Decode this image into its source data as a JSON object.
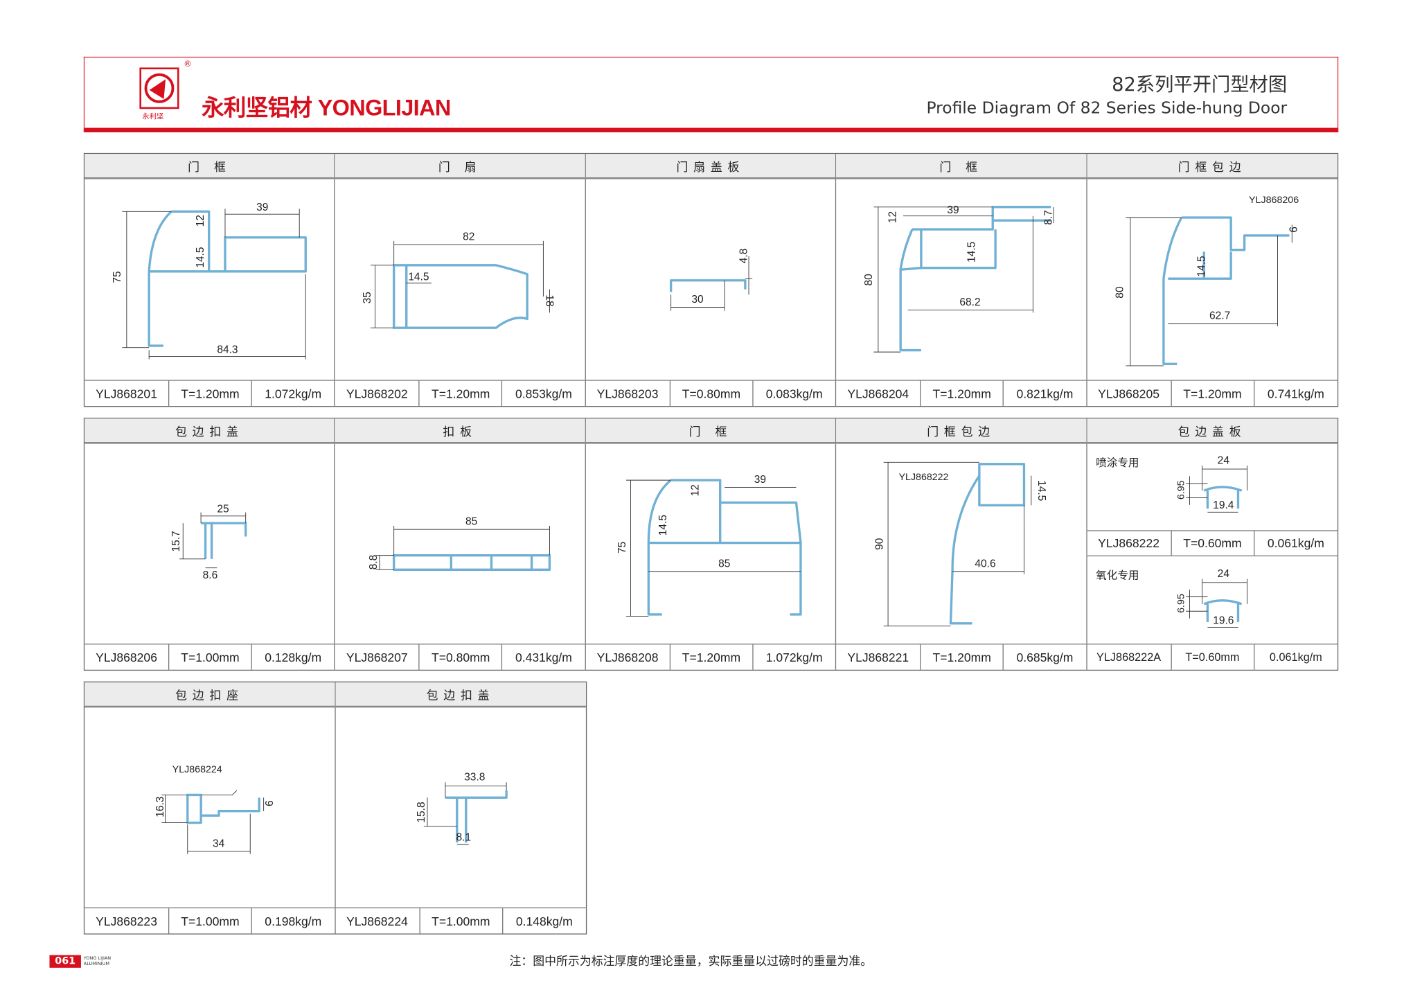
{
  "header": {
    "brand": "永利坚铝材 YONGLIJIAN",
    "logo_text": "永利坚",
    "registered": "®",
    "title_cn": "82系列平开门型材图",
    "title_en": "Profile Diagram Of 82 Series Side-hung Door"
  },
  "profiles": [
    {
      "title": "门 框",
      "code": "YLJ868201",
      "thickness": "T=1.20mm",
      "weight": "1.072kg/m",
      "dims": [
        "75",
        "84.3",
        "39",
        "12",
        "14.5"
      ]
    },
    {
      "title": "门 扇",
      "code": "YLJ868202",
      "thickness": "T=1.20mm",
      "weight": "0.853kg/m",
      "dims": [
        "82",
        "35",
        "14.5",
        "18"
      ]
    },
    {
      "title": "门扇盖板",
      "code": "YLJ868203",
      "thickness": "T=0.80mm",
      "weight": "0.083kg/m",
      "dims": [
        "30",
        "4.8"
      ]
    },
    {
      "title": "门 框",
      "code": "YLJ868204",
      "thickness": "T=1.20mm",
      "weight": "0.821kg/m",
      "dims": [
        "80",
        "39",
        "12",
        "8.7",
        "14.5",
        "68.2"
      ]
    },
    {
      "title": "门框包边",
      "code": "YLJ868205",
      "thickness": "T=1.20mm",
      "weight": "0.741kg/m",
      "dims": [
        "80",
        "YLJ868206",
        "9",
        "14.5",
        "62.7"
      ]
    },
    {
      "title": "包边扣盖",
      "code": "YLJ868206",
      "thickness": "T=1.00mm",
      "weight": "0.128kg/m",
      "dims": [
        "25",
        "15.7",
        "8.6"
      ]
    },
    {
      "title": "扣板",
      "code": "YLJ868207",
      "thickness": "T=0.80mm",
      "weight": "0.431kg/m",
      "dims": [
        "85",
        "8.8"
      ]
    },
    {
      "title": "门 框",
      "code": "YLJ868208",
      "thickness": "T=1.20mm",
      "weight": "1.072kg/m",
      "dims": [
        "75",
        "85",
        "39",
        "12",
        "14.5"
      ]
    },
    {
      "title": "门框包边",
      "code": "YLJ868221",
      "thickness": "T=1.20mm",
      "weight": "0.685kg/m",
      "dims": [
        "90",
        "YLJ868222",
        "14.5",
        "40.6"
      ]
    },
    {
      "title": "包边盖板",
      "variants": [
        {
          "label": "喷涂专用",
          "code": "YLJ868222",
          "thickness": "T=0.60mm",
          "weight": "0.061kg/m",
          "dims": [
            "24",
            "6.95",
            "19.4"
          ]
        },
        {
          "label": "氧化专用",
          "code": "YLJ868222A",
          "thickness": "T=0.60mm",
          "weight": "0.061kg/m",
          "dims": [
            "24",
            "6.95",
            "19.6"
          ]
        }
      ]
    },
    {
      "title": "包边扣座",
      "code": "YLJ868223",
      "thickness": "T=1.00mm",
      "weight": "0.198kg/m",
      "dims": [
        "YLJ868224",
        "16.3",
        "9",
        "34"
      ]
    },
    {
      "title": "包边扣盖",
      "code": "YLJ868224",
      "thickness": "T=1.00mm",
      "weight": "0.148kg/m",
      "dims": [
        "33.8",
        "15.8",
        "8.1"
      ]
    }
  ],
  "footer": {
    "page_number": "061",
    "page_brand_1": "YONG LIJIAN",
    "page_brand_2": "ALUMINIUM",
    "note": "注：图中所示为标注厚度的理论重量，实际重量以过磅时的重量为准。"
  },
  "colors": {
    "brand_red": "#d7101e",
    "profile_blue": "#6fb0d4"
  }
}
